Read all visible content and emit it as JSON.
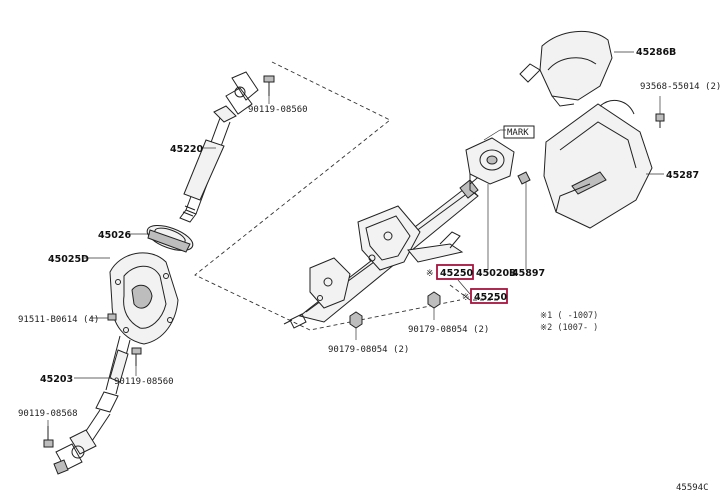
{
  "labels": {
    "p45286b": "45286B",
    "p93568": "93568-55014 (2)",
    "p45287": "45287",
    "p90119_top": "90119-08560",
    "p45220": "45220",
    "p45026": "45026",
    "p45025d": "45025D",
    "p91511": "91511-B0614 (4)",
    "p45203": "45203",
    "p90119_mid": "90119-08560",
    "p90119_low": "90119-08568",
    "mark": "MARK",
    "p45250_a": "45250",
    "p45020b": "45020B",
    "p45897": "45897",
    "p45250_b": "45250",
    "p90179_right": "90179-08054 (2)",
    "p90179_low": "90179-08054 (2)",
    "ref_mark_a": "※",
    "ref_mark_b": "※",
    "footnote1": "※1 (     -1007)",
    "footnote2": "※2 (1007-     )",
    "diagram_id": "45594C"
  },
  "colors": {
    "highlight": "#a8123e",
    "line": "#222222"
  }
}
